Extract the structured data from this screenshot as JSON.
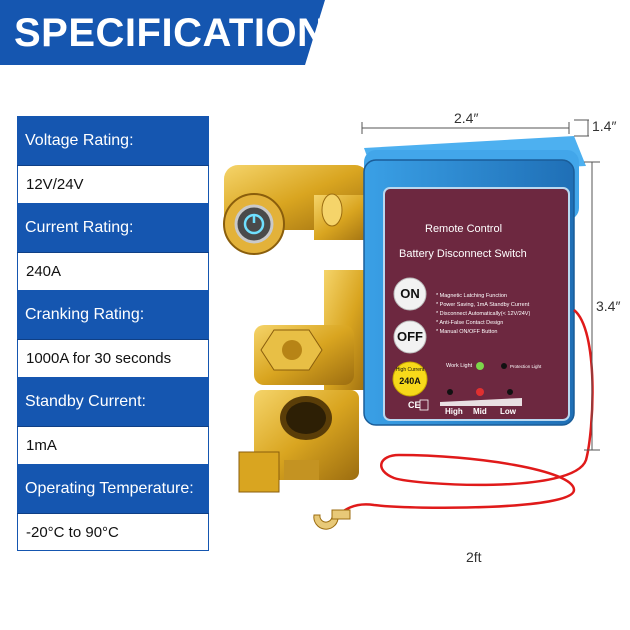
{
  "banner": {
    "title": "SPECIFICATIONS"
  },
  "specs": [
    {
      "label": "Voltage Rating:",
      "value": "12V/24V"
    },
    {
      "label": "Current Rating:",
      "value": "240A"
    },
    {
      "label": "Cranking Rating:",
      "value": "1000A for 30 seconds"
    },
    {
      "label": "Standby Current:",
      "value": "1mA"
    },
    {
      "label": "Operating Temperature:",
      "value": "-20°C to 90°C"
    }
  ],
  "product": {
    "dimensions": {
      "width": "2.4″",
      "depth": "1.4″",
      "height": "3.4″",
      "wire": "2ft"
    },
    "panel": {
      "title": "Remote Control",
      "subtitle": "Battery Disconnect Switch",
      "on_label": "ON",
      "off_label": "OFF",
      "current_badge": "High Current",
      "current_value": "240A",
      "features": [
        "* Magnetic Latching Function",
        "* Power Saving, 1mA Standby Current",
        "* Disconnect Automatically(< 12V/24V)",
        "* Anti-False Contact Design",
        "* Manual ON/OFF Button"
      ],
      "work_light": "Work Light",
      "protection_light": "Protection Light",
      "levels": [
        "High",
        "Mid",
        "Low"
      ],
      "ce_mark": "CE"
    }
  },
  "colors": {
    "banner_blue": "#1556b0",
    "box_blue": "#2f8fd6",
    "panel_maroon": "#6d2840",
    "wire_red": "#e01a1a",
    "brass": "#d9a520"
  }
}
